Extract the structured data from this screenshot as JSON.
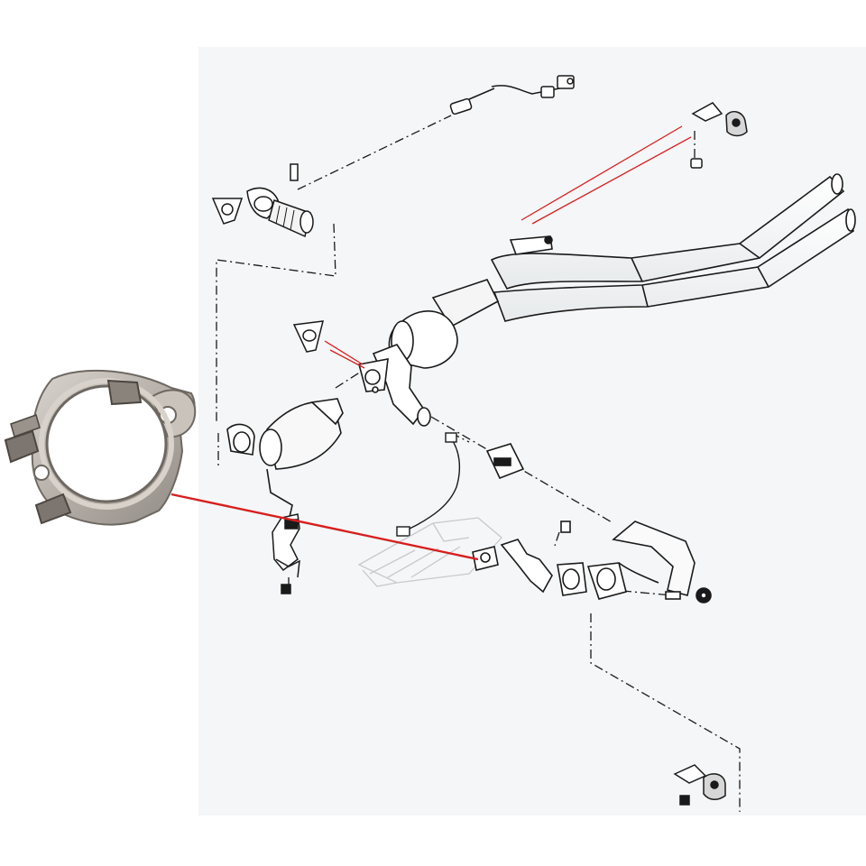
{
  "colors": {
    "background": "#ffffff",
    "panel": "#f4f6f7",
    "line": "#1a1a1a",
    "leader": "#d81e1e",
    "gasket_metal": "#b9b3ad",
    "gasket_edge": "#6e6862",
    "engine_ghost": "#c7c9cb"
  },
  "diagram": {
    "subject": "exhaust-system-exploded-view",
    "highlighted_part": "exhaust-flange-gasket",
    "icons": [
      "gasket-photo",
      "oxygen-sensor-icon",
      "catalytic-converter-icon",
      "muffler-icon",
      "rubber-hanger-icon",
      "bolt-icon",
      "nut-icon",
      "clamp-icon"
    ]
  }
}
